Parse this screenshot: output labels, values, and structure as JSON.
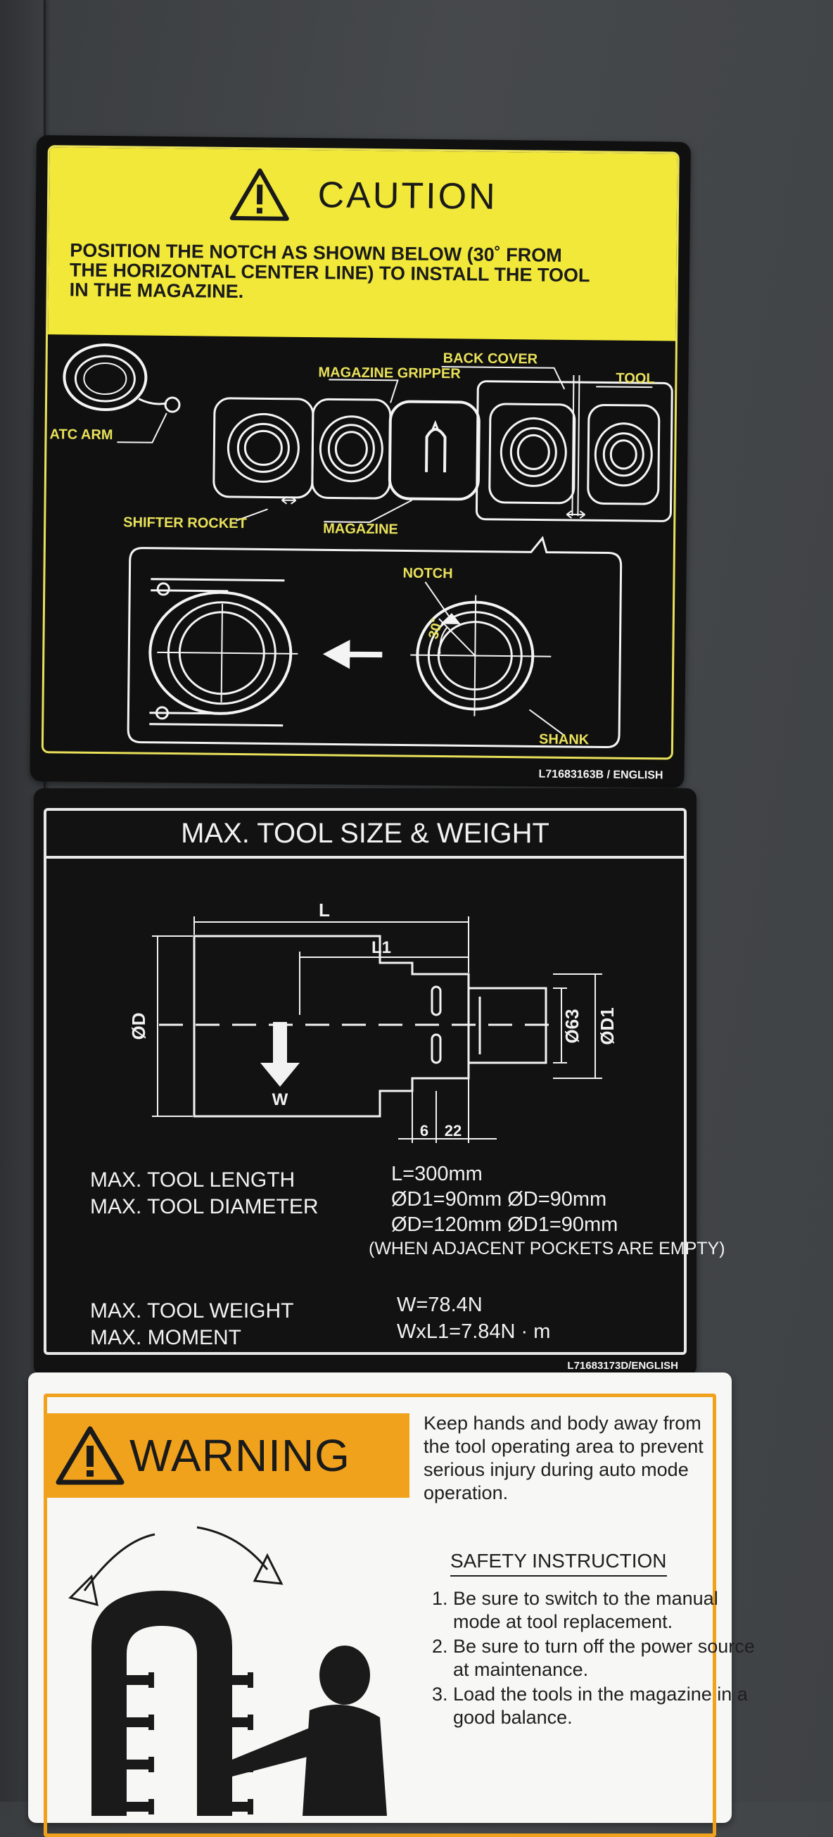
{
  "caution_label": {
    "title": "CAUTION",
    "instruction_lines": [
      "POSITION THE NOTCH AS SHOWN BELOW (30˚ FROM",
      "THE HORIZONTAL CENTER LINE) TO INSTALL THE TOOL",
      "IN THE MAGAZINE."
    ],
    "callouts": {
      "back_cover": "BACK COVER",
      "magazine_gripper": "MAGAZINE GRIPPER",
      "tool": "TOOL",
      "atc_arm": "ATC ARM",
      "shifter_rocket": "SHIFTER ROCKET",
      "magazine": "MAGAZINE",
      "notch": "NOTCH",
      "angle": "30˚",
      "shank": "SHANK"
    },
    "part_number": "L71683163B / ENGLISH"
  },
  "max_tool_label": {
    "title": "MAX. TOOL SIZE & WEIGHT",
    "dims": {
      "L": "L",
      "L1": "L1",
      "D": "ØD",
      "D63": "Ø63",
      "D1": "ØD1",
      "W": "W",
      "d6": "6",
      "d22": "22"
    },
    "specs": {
      "length_label": "MAX. TOOL LENGTH",
      "diameter_label": "MAX. TOOL DIAMETER",
      "weight_label": "MAX. TOOL WEIGHT",
      "moment_label": "MAX. MOMENT",
      "length_value": "L=300mm",
      "diameter_value_1": "ØD1=90mm   ØD=90mm",
      "diameter_value_2": "ØD=120mm   ØD1=90mm",
      "adjacent_note": "(WHEN ADJACENT POCKETS ARE EMPTY)",
      "weight_value": "W=78.4N",
      "moment_value": "WxL1=7.84N · m"
    },
    "part_number": "L71683173D/ENGLISH"
  },
  "warning_label": {
    "title": "WARNING",
    "message": "Keep hands and body away from the tool operating area to prevent serious injury during auto mode operation.",
    "safety_title": "SAFETY INSTRUCTION",
    "instructions": [
      "Be sure to switch to the manual mode at tool replacement.",
      "Be sure to turn off the power source at maintenance.",
      "Load the tools in the magazine in a good balance."
    ]
  },
  "colors": {
    "caution_yellow": "#f1e839",
    "warning_orange": "#f0a21c",
    "plate_black": "#121212"
  }
}
